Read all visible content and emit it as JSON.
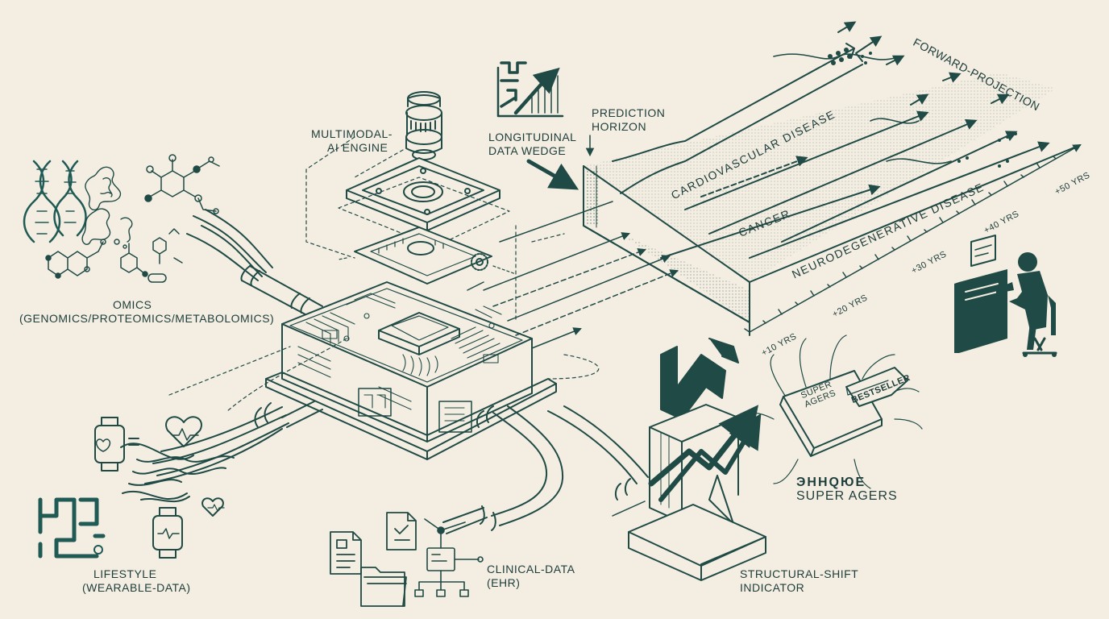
{
  "labels": {
    "omics": [
      "OMICS",
      "(GENOMICS/PROTEOMICS/METABOLOMICS)"
    ],
    "engine": [
      "MULTIMODAL-",
      "AI ENGINE"
    ],
    "wedge": [
      "LONGITUDINAL",
      "DATA WEDGE"
    ],
    "horizon": [
      "PREDICTION",
      "HORIZON"
    ],
    "forward": "FORWARD-PROJECTION",
    "lifestyle": [
      "LIFESTYLE",
      "(WEARABLE-DATA)"
    ],
    "clinical": [
      "CLINICAL-DATA",
      "(EHR)"
    ],
    "shift": [
      "STRUCTURAL-SHIFT",
      "INDICATOR"
    ],
    "superagers": "SUPER AGERS",
    "superagers_scribble": "ЭHHQЮE",
    "book_title": [
      "SUPER",
      "AGERS"
    ],
    "book_seal": "BESTSELLER"
  },
  "diseases": [
    "CARDIOVASCULAR DISEASE",
    "CANCER",
    "NEURODEGENERATIVE DISEASE"
  ],
  "timeline_ticks": [
    "+10 YRS",
    "+20 YRS",
    "+30 YRS",
    "+40 YRS",
    "+50 YRS"
  ],
  "colors": {
    "background": "#f3ede2",
    "ink": "#1f4a45",
    "accent": "#1f5a55"
  },
  "icons": [
    "dna-icon",
    "molecule-icon",
    "protein-icon",
    "smartwatch-icon",
    "heart-rate-icon",
    "document-icon",
    "folder-icon",
    "network-icon",
    "bar-chart-trend-icon",
    "person-at-computer-icon",
    "book-icon",
    "trend-arrow-icon"
  ]
}
